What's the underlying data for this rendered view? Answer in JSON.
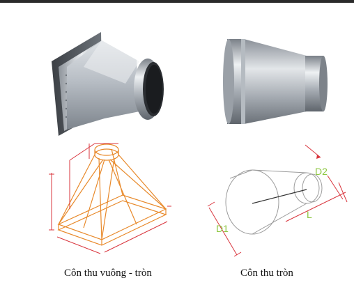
{
  "captions": {
    "left": "Côn thu vuông - tròn",
    "right": "Côn thu tròn"
  },
  "dimension_labels": {
    "d1": "D1",
    "d2": "D2",
    "length": "L"
  },
  "colors": {
    "orange_line": "#e8892a",
    "red_dimension": "#d9363e",
    "label_green": "#8cc63f",
    "gray_outline": "#9b9b9b",
    "metal": "#c9cdd2"
  }
}
